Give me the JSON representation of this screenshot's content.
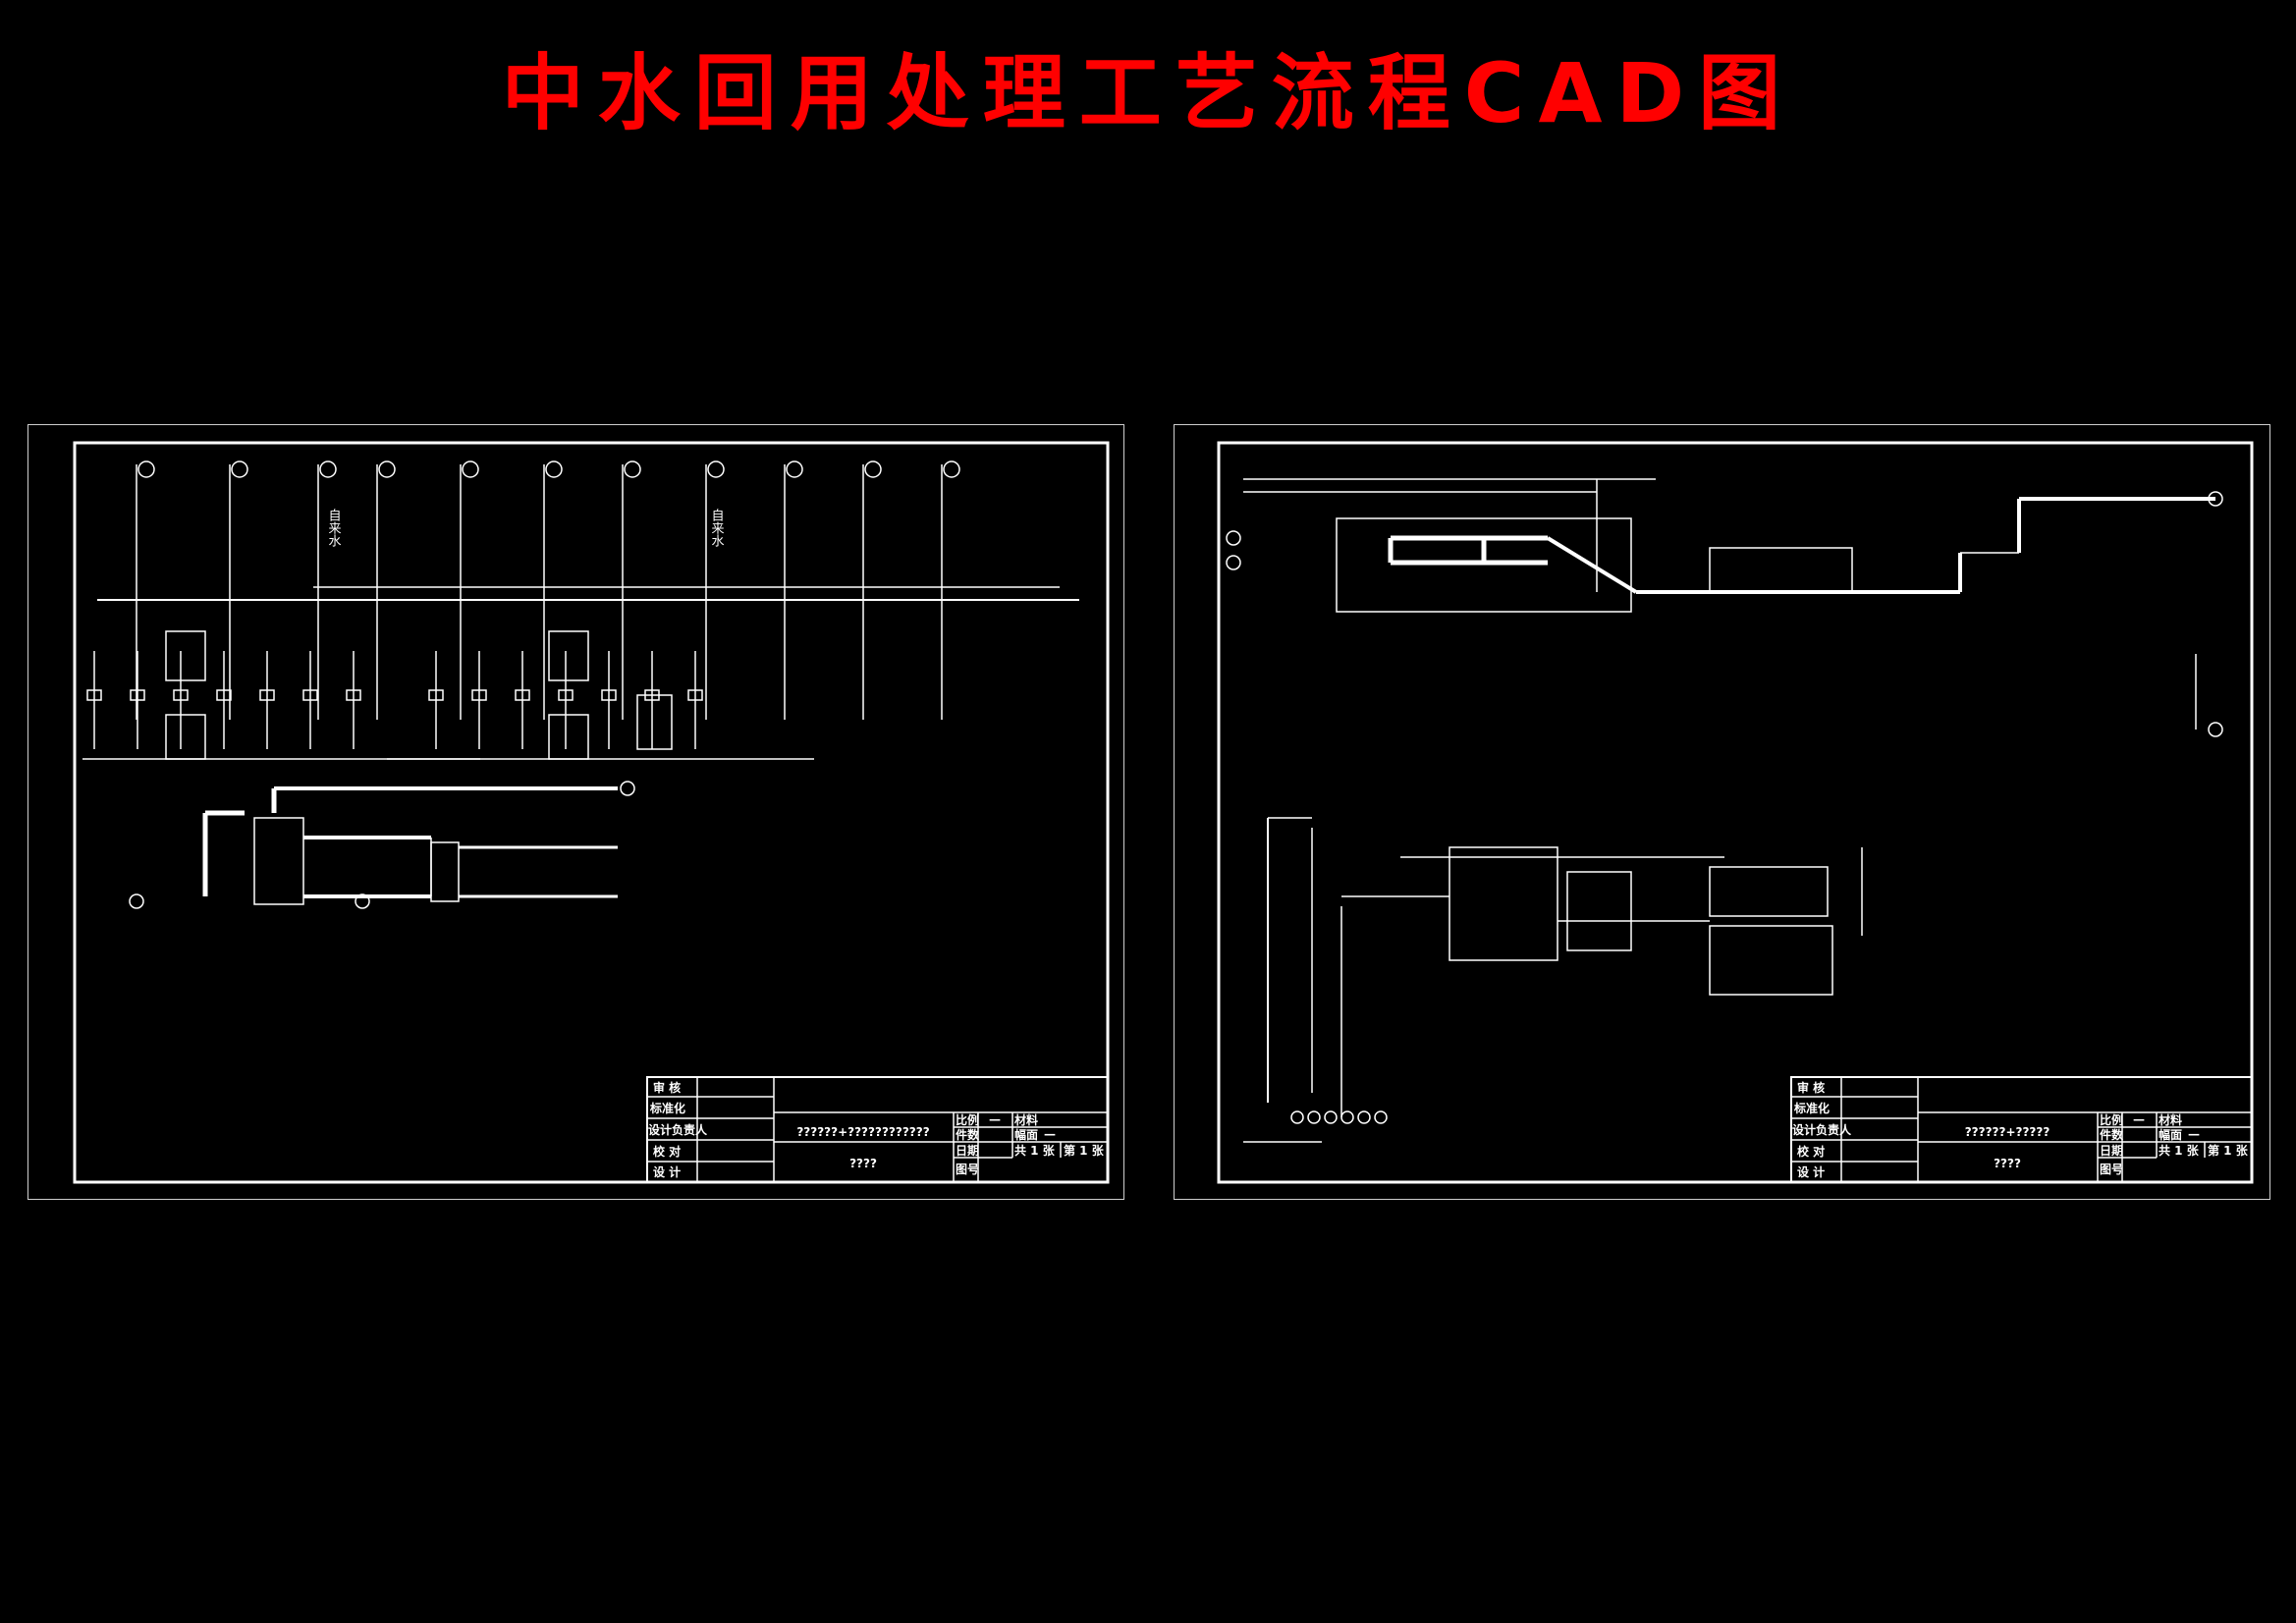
{
  "title": "中水回用处理工艺流程CAD图",
  "colors": {
    "background": "#000000",
    "title": "#ff0000",
    "lines": "#ffffff"
  },
  "sheets": [
    {
      "labels": {
        "tap_water_1": "自来水",
        "tap_water_2": "自来水"
      },
      "title_block": {
        "review": "审 核",
        "standardization": "标准化",
        "design_lead": "设计负责人",
        "check": "校 对",
        "design": "设 计",
        "drawing_name": "??????+????????????",
        "project_name": "????",
        "scale_label": "比例",
        "scale_value": "—",
        "count_label": "件数",
        "material_label": "材料",
        "sheet_size_label": "幅面",
        "sheet_size_value": "—",
        "date_label": "日期",
        "total_sheets": "共 1 张",
        "sheet_number": "第 1 张",
        "drawing_no_label": "图号"
      }
    },
    {
      "title_block": {
        "review": "审 核",
        "standardization": "标准化",
        "design_lead": "设计负责人",
        "check": "校 对",
        "design": "设 计",
        "drawing_name": "??????+?????",
        "project_name": "????",
        "scale_label": "比例",
        "scale_value": "—",
        "count_label": "件数",
        "material_label": "材料",
        "sheet_size_label": "幅面",
        "sheet_size_value": "—",
        "date_label": "日期",
        "total_sheets": "共 1 张",
        "sheet_number": "第 1 张",
        "drawing_no_label": "图号"
      }
    }
  ]
}
